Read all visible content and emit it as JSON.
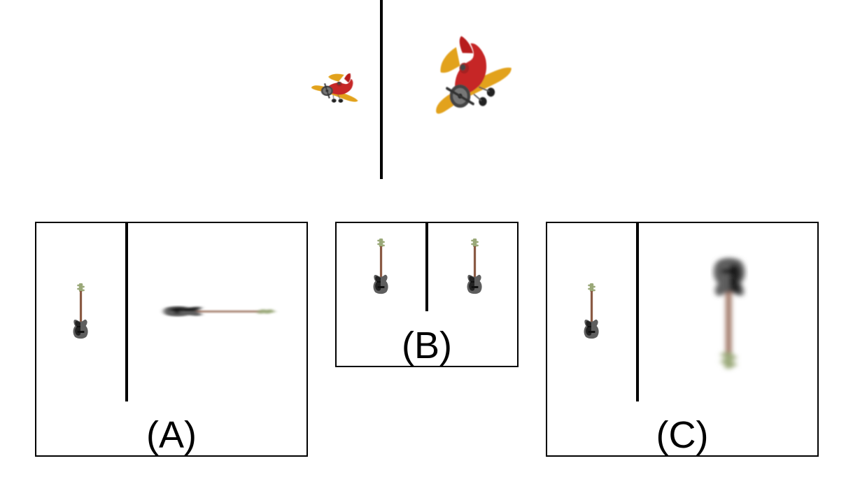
{
  "prompt": {
    "left_object": "airplane-icon",
    "right_object": "airplane-icon"
  },
  "options": [
    {
      "label": "(A)",
      "left_object": "bass-guitar-icon",
      "right_object": "bass-guitar-icon"
    },
    {
      "label": "(B)",
      "left_object": "bass-guitar-icon",
      "right_object": "bass-guitar-icon"
    },
    {
      "label": "(C)",
      "left_object": "bass-guitar-icon",
      "right_object": "bass-guitar-icon"
    }
  ],
  "colors": {
    "line": "#000000",
    "plane_body": "#c62828",
    "plane_wing": "#e2a21b",
    "guitar_body": "#555555",
    "guitar_pickguard": "#222222",
    "guitar_neck": "#8a5a44",
    "guitar_head": "#9aa878"
  }
}
